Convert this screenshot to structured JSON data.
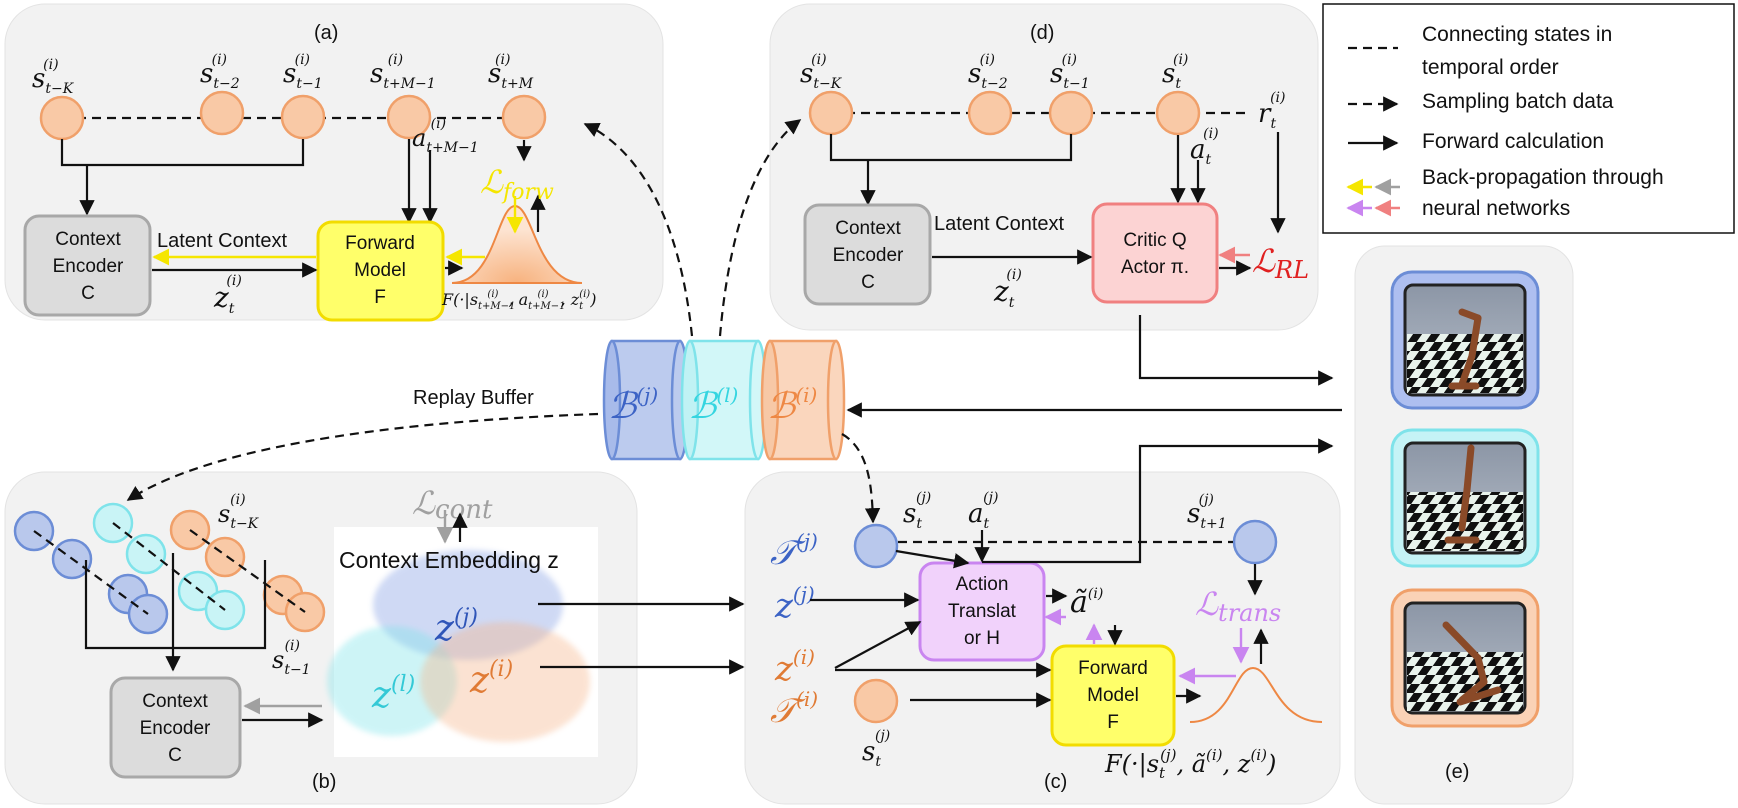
{
  "panels": {
    "a": "(a)",
    "b": "(b)",
    "c": "(c)",
    "d": "(d)",
    "e": "(e)"
  },
  "a": {
    "encoder_l1": "Context",
    "encoder_l2": "Encoder",
    "encoder_l3": "C",
    "model_l1": "Forward",
    "model_l2": "Model",
    "model_l3": "F",
    "latent_context": "Latent Context",
    "z": "z",
    "z_sub": "t",
    "z_sup": "(i)",
    "loss_main": "ℒ",
    "loss_sub": "forw",
    "dist": "F(·|s",
    "dist_sub": "t+M−1",
    "dist_sup": "(i)",
    "dist_mid": ", a",
    "dist_mid_sub": "t+M−1",
    "dist_mid_sup": "(i)",
    "dist_end": ", z",
    "dist_end_sub": "t",
    "dist_end_sup": "(i)",
    "dist_close": ")",
    "action": "a",
    "action_sub": "t+M−1",
    "action_sup": "(i)",
    "states": [
      {
        "sub": "t−K",
        "sup": "(i)"
      },
      {
        "sub": "t−2",
        "sup": "(i)"
      },
      {
        "sub": "t−1",
        "sup": "(i)"
      },
      {
        "sub": "t+M−1",
        "sup": "(i)"
      },
      {
        "sub": "t+M",
        "sup": "(i)"
      }
    ]
  },
  "d": {
    "encoder_l1": "Context",
    "encoder_l2": "Encoder",
    "encoder_l3": "C",
    "critic_l1": "Critic Q",
    "critic_l2": "Actor π.",
    "latent_context": "Latent Context",
    "z": "z",
    "z_sub": "t",
    "z_sup": "(i)",
    "action": "a",
    "action_sub": "t",
    "action_sup": "(i)",
    "reward": "r",
    "reward_sub": "t",
    "reward_sup": "(i)",
    "loss_main": "ℒ",
    "loss_sub": "RL",
    "states": [
      {
        "sub": "t−K",
        "sup": "(i)"
      },
      {
        "sub": "t−2",
        "sup": "(i)"
      },
      {
        "sub": "t−1",
        "sup": "(i)"
      },
      {
        "sub": "t",
        "sup": "(i)"
      }
    ]
  },
  "buffer": {
    "label": "Replay Buffer",
    "items": [
      {
        "sym": "ℬ",
        "sup": "(j)",
        "color": "#3c63c5"
      },
      {
        "sym": "ℬ",
        "sup": "(l)",
        "color": "#35d5e0"
      },
      {
        "sym": "ℬ",
        "sup": "(i)",
        "color": "#ee8844"
      }
    ]
  },
  "b": {
    "encoder_l1": "Context",
    "encoder_l2": "Encoder",
    "encoder_l3": "C",
    "embedding_title": "Context Embedding z",
    "loss_main": "ℒ",
    "loss_sub": "cont",
    "state_top": "s",
    "state_top_sub": "t−K",
    "state_top_sup": "(i)",
    "state_bot": "s",
    "state_bot_sub": "t−1",
    "state_bot_sup": "(i)",
    "clusters": [
      {
        "sym": "z",
        "sup": "(j)",
        "color": "#2f55b8"
      },
      {
        "sym": "z",
        "sup": "(l)",
        "color": "#34c9d6"
      },
      {
        "sym": "z",
        "sup": "(i)",
        "color": "#e07b35"
      }
    ]
  },
  "c": {
    "translator_l1": "Action",
    "translator_l2": "Translat",
    "translator_l3": "or H",
    "model_l1": "Forward",
    "model_l2": "Model",
    "model_l3": "F",
    "task_j": "𝒯",
    "task_j_sup": "(j)",
    "task_i": "𝒯",
    "task_i_sup": "(i)",
    "z_j": "z",
    "z_j_sup": "(j)",
    "z_i": "z",
    "z_i_sup": "(i)",
    "s_j": "s",
    "s_j_sub": "t",
    "s_j_sup": "(j)",
    "a_j": "a",
    "a_j_sub": "t",
    "a_j_sup": "(j)",
    "s_next": "s",
    "s_next_sub": "t+1",
    "s_next_sup": "(j)",
    "a_tilde": "ã",
    "a_tilde_sup": "(i)",
    "s_bottom": "s",
    "s_bottom_sub": "t",
    "s_bottom_sup": "(j)",
    "loss_main": "ℒ",
    "loss_sub": "trans",
    "dist": "F(·|s",
    "dist_sub": "t",
    "dist_sup": "(j)",
    "dist_mid": ", ã",
    "dist_mid_sup": "(i)",
    "dist_end": ", z",
    "dist_end_sup": "(i)",
    "dist_close": ")"
  },
  "legend": {
    "items": [
      {
        "line1": "Connecting states in",
        "line2": "temporal order"
      },
      {
        "line1": "Sampling batch data",
        "line2": ""
      },
      {
        "line1": "Forward calculation",
        "line2": ""
      },
      {
        "line1": "Back-propagation through",
        "line2": "neural networks"
      }
    ]
  },
  "colors": {
    "orange": "#f0a06a",
    "blue": "#6c8dd6",
    "cyan": "#7fe3ea",
    "yellow": "#f5e600",
    "purple": "#c985f0",
    "red": "#e02020",
    "gray": "#a0a0a0",
    "pink": "#f08080"
  }
}
